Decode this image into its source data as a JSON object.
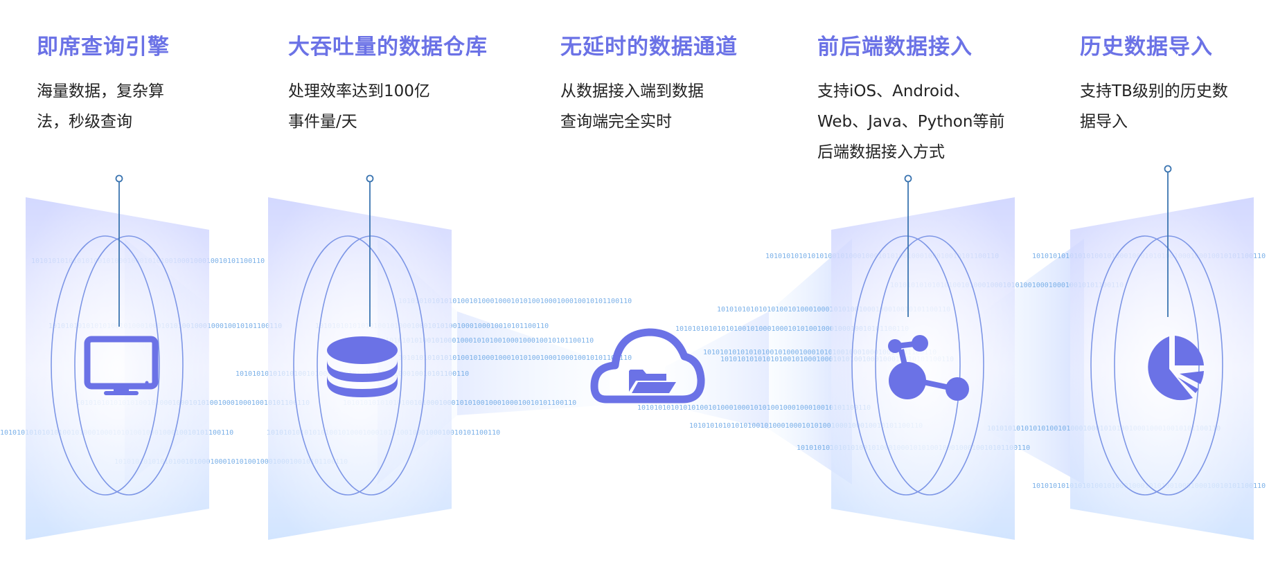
{
  "features": [
    {
      "title": "即席查询引擎",
      "lines": [
        "海量数据，复杂算",
        "法，秒级查询"
      ],
      "icon": "monitor-icon"
    },
    {
      "title": "大吞吐量的数据仓库",
      "lines": [
        "处理效率达到100亿",
        "事件量/天"
      ],
      "icon": "database-icon"
    },
    {
      "title": "无延时的数据通道",
      "lines": [
        "从数据接入端到数据",
        "查询端完全实时"
      ],
      "icon": "cloud-folder-icon"
    },
    {
      "title": "前后端数据接入",
      "lines": [
        "支持iOS、Android、",
        "Web、Java、Python等前",
        "后端数据接入方式"
      ],
      "icon": "share-nodes-icon"
    },
    {
      "title": "历史数据导入",
      "lines": [
        "支持TB级别的历史数",
        "据导入"
      ],
      "icon": "pie-chart-icon"
    }
  ],
  "colors": {
    "title": "#6b72e6",
    "icon": "#6b72e6",
    "line": "#3a74b0",
    "panel": "#c9d0ff",
    "ellipse": "#7d96e6"
  }
}
